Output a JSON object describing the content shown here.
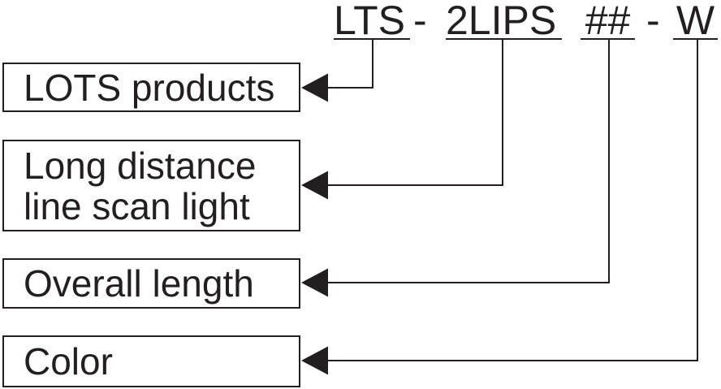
{
  "model_code": {
    "series": "LTS",
    "separator1": "-",
    "product_type": "2LIPS",
    "length_placeholder": "##",
    "separator2": "-",
    "color_code": "W"
  },
  "callouts": [
    {
      "lines": [
        "LOTS products"
      ]
    },
    {
      "lines": [
        "Long distance",
        "line scan light"
      ]
    },
    {
      "lines": [
        "Overall length"
      ]
    },
    {
      "lines": [
        "Color"
      ]
    }
  ],
  "colors": {
    "ink": "#231f20",
    "background": "#ffffff"
  }
}
